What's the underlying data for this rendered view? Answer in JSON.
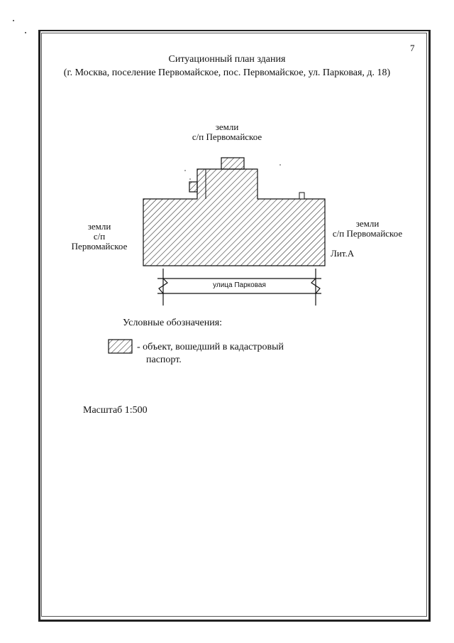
{
  "page_number": "7",
  "title": "Ситуационный план здания",
  "address": "(г. Москва, поселение Первомайское, пос. Первомайское, ул. Парковая, д. 18)",
  "plan": {
    "north_label_line1": "земли",
    "north_label_line2": "с/п Первомайское",
    "west_label_line1": "земли",
    "west_label_line2": "с/п",
    "west_label_line3": "Первомайское",
    "east_label_line1": "земли",
    "east_label_line2": "с/п Первомайское",
    "building_label": "Лит.А",
    "street_label": "улица Парковая"
  },
  "legend": {
    "title": "Условные обозначения:",
    "item_line1": "- объект, вошедший в кадастровый",
    "item_line2": "паспорт."
  },
  "scale": "Масштаб 1:500"
}
